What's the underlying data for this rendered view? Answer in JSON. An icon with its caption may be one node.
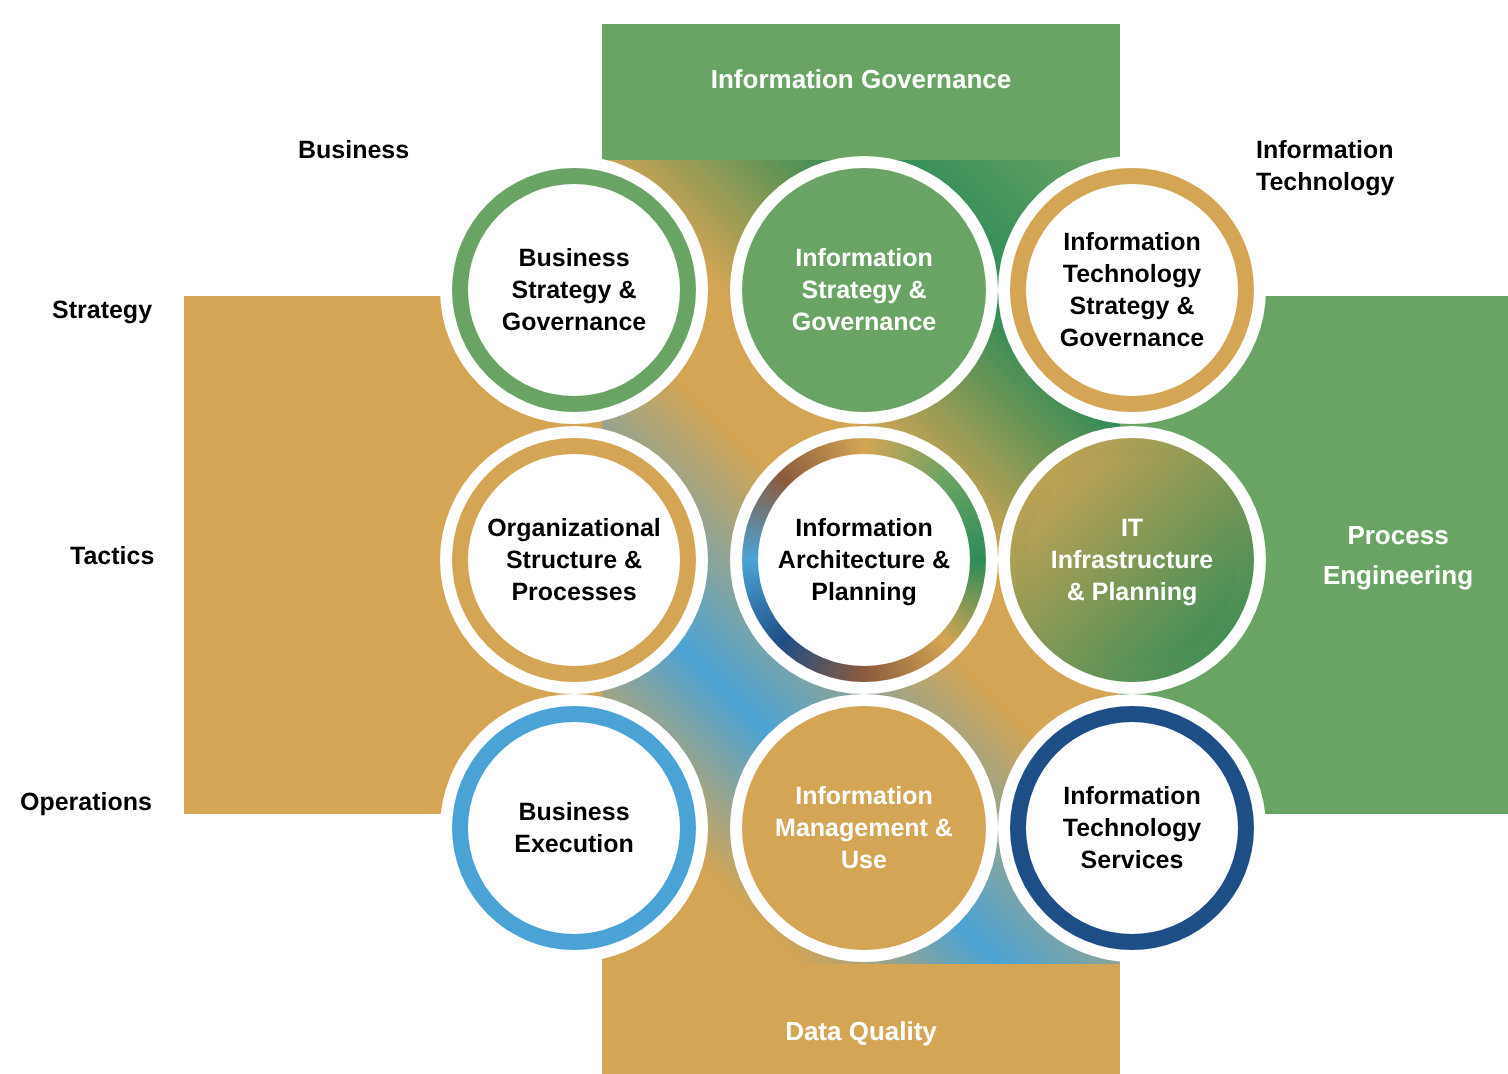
{
  "diagram": {
    "nodes": [
      {
        "text": [
          "Information Governance"
        ]
      },
      {
        "text": [
          "Business Strategy & Governance"
        ]
      },
      {
        "text": [
          "Information Strategy & Governance"
        ]
      },
      {
        "text": [
          "Information Technology Strategy & Governance"
        ]
      },
      {
        "text": [],
        "shape": "box"
      },
      {
        "text": [
          "Organizational Structure & Processes"
        ]
      },
      {
        "text": [
          "Information Architecture & Planning"
        ]
      },
      {
        "text": [
          "IT Infrastructure & Planning"
        ]
      },
      {
        "text": [
          "Process Engineering"
        ]
      },
      {
        "text": [
          "Business Execution"
        ]
      },
      {
        "text": [
          "Information Management & Use"
        ]
      },
      {
        "text": [
          "Information Technology Services"
        ]
      },
      {
        "text": [
          "Data Quality"
        ]
      }
    ],
    "labels": [
      "Business",
      "Information Technology",
      "Strategy",
      "Tactics",
      "Operations"
    ]
  }
}
